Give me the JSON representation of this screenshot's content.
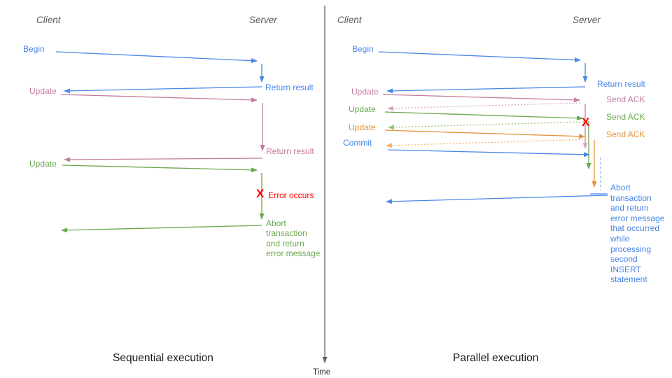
{
  "colors": {
    "blue": "#4a86e8",
    "pink": "#c27ba0",
    "green": "#6aa84f",
    "orange": "#e69138",
    "red": "#ff0000",
    "header_gray": "#595959",
    "ack_pink_light": "#d5a6bd",
    "ack_green_light": "#93c47d",
    "ack_orange_light": "#f6b26c",
    "dashed_blue_light": "#8ab4f8",
    "time_axis_gray": "#666666"
  },
  "timeline": {
    "label": "Time"
  },
  "sequential": {
    "title": "Sequential execution",
    "client_header": "Client",
    "server_header": "Server",
    "begin": "Begin",
    "return_result_1": "Return result",
    "update_1": "Update",
    "return_result_2": "Return result",
    "update_2": "Update",
    "error_marker": "X",
    "error_label": "Error occurs",
    "abort_message": "Abort\ntransaction\nand return\nerror message"
  },
  "parallel": {
    "title": "Parallel execution",
    "client_header": "Client",
    "server_header": "Server",
    "begin": "Begin",
    "return_result": "Return result",
    "update_1": "Update",
    "send_ack_1": "Send ACK",
    "update_2": "Update",
    "send_ack_2": "Send ACK",
    "update_3": "Update",
    "send_ack_3": "Send ACK",
    "commit": "Commit",
    "error_marker": "X",
    "abort_message": "Abort\ntransaction\nand return\nerror message\nthat occurred\nwhile\nprocessing\nsecond\nINSERT\nstatement"
  }
}
